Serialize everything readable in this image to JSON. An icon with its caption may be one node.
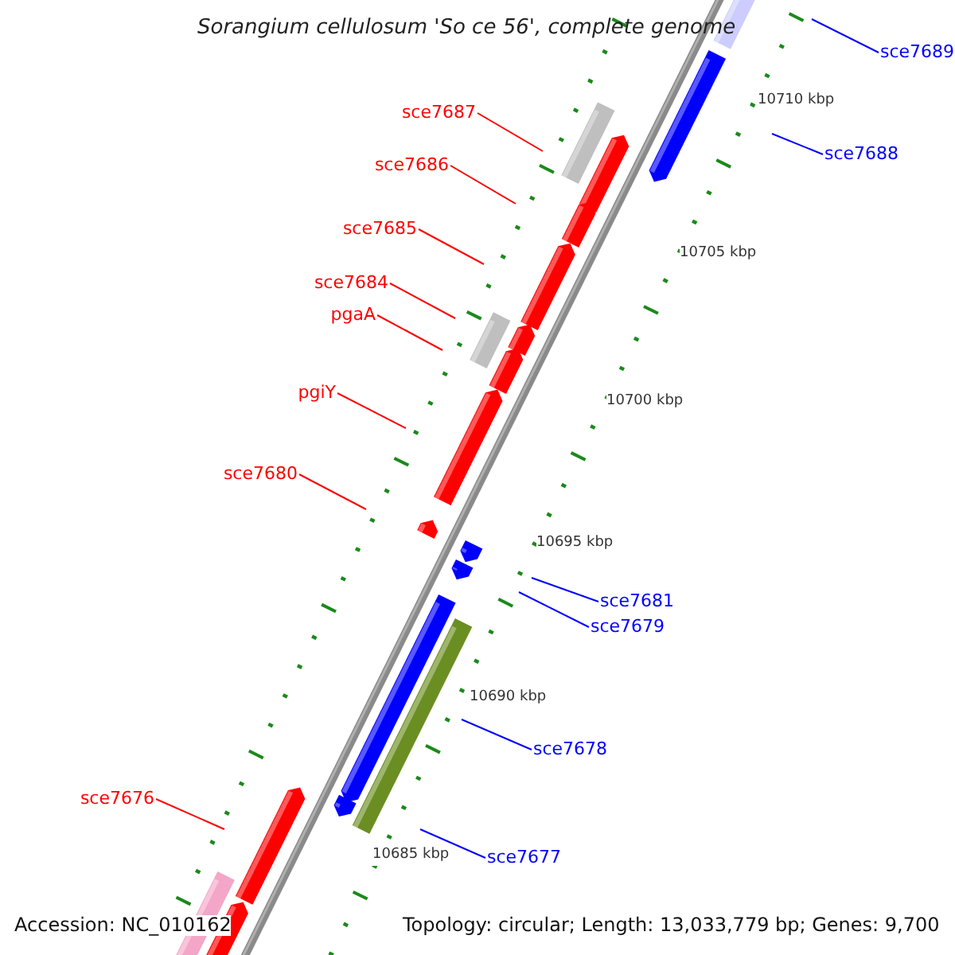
{
  "diagram": {
    "title": "Sorangium cellulosum 'So ce 56', complete genome",
    "nodes": [
      {
        "text": [
          "sce7689"
        ]
      },
      {
        "text": [
          "sce7688"
        ]
      },
      {
        "text": [
          "sce7687"
        ]
      },
      {
        "text": [
          "sce7686"
        ]
      },
      {
        "text": [
          "sce7685"
        ]
      },
      {
        "text": [
          "sce7684"
        ]
      },
      {
        "text": [
          "pgaA"
        ]
      },
      {
        "text": [
          "pgiY"
        ]
      },
      {
        "text": [
          "sce7680"
        ]
      },
      {
        "text": [
          "sce7681"
        ]
      },
      {
        "text": [
          "sce7679"
        ]
      },
      {
        "text": [
          "sce7678"
        ]
      },
      {
        "text": [
          "sce7677"
        ]
      },
      {
        "text": [
          "sce7676"
        ]
      }
    ],
    "edges": [
      {
        "from": 0,
        "to": null,
        "arrow": "none",
        "color": "#0000ff"
      },
      {
        "from": 1,
        "to": null,
        "arrow": "none",
        "color": "#0000ff"
      },
      {
        "from": 2,
        "to": null,
        "arrow": "none",
        "color": "#ff0000"
      },
      {
        "from": 3,
        "to": null,
        "arrow": "none",
        "color": "#ff0000"
      },
      {
        "from": 4,
        "to": null,
        "arrow": "none",
        "color": "#ff0000"
      },
      {
        "from": 5,
        "to": null,
        "arrow": "none",
        "color": "#ff0000"
      },
      {
        "from": 6,
        "to": null,
        "arrow": "none",
        "color": "#ff0000"
      },
      {
        "from": 7,
        "to": null,
        "arrow": "none",
        "color": "#ff0000"
      },
      {
        "from": 8,
        "to": null,
        "arrow": "none",
        "color": "#ff0000"
      },
      {
        "from": 9,
        "to": null,
        "arrow": "none",
        "color": "#0000ff"
      },
      {
        "from": 10,
        "to": null,
        "arrow": "none",
        "color": "#0000ff"
      },
      {
        "from": 11,
        "to": null,
        "arrow": "none",
        "color": "#0000ff"
      },
      {
        "from": 12,
        "to": null,
        "arrow": "none",
        "color": "#0000ff"
      },
      {
        "from": 13,
        "to": null,
        "arrow": "none",
        "color": "#ff0000"
      }
    ],
    "labels": [
      "10710 kbp",
      "10705 kbp",
      "10700 kbp",
      "10695 kbp",
      "10690 kbp",
      "10685 kbp",
      "Accession: NC_010162",
      "Topology: circular; Length: 13,033,779 bp; Genes: 9,700"
    ]
  }
}
